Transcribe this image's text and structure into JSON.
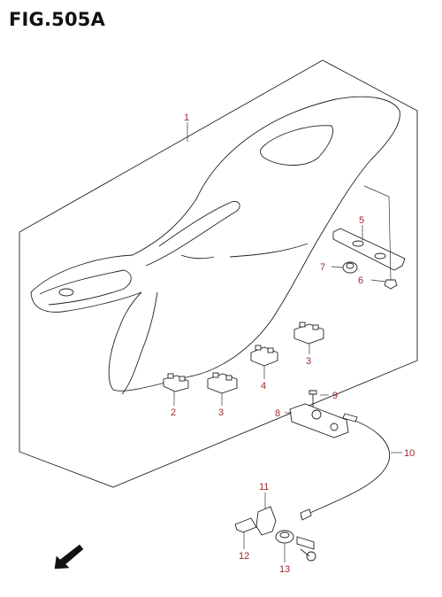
{
  "figure": {
    "title": "FIG.505A"
  },
  "callouts": [
    {
      "id": "1",
      "label": "1"
    },
    {
      "id": "2",
      "label": "2"
    },
    {
      "id": "3a",
      "label": "3"
    },
    {
      "id": "3b",
      "label": "3"
    },
    {
      "id": "4",
      "label": "4"
    },
    {
      "id": "5",
      "label": "5"
    },
    {
      "id": "6",
      "label": "6"
    },
    {
      "id": "7",
      "label": "7"
    },
    {
      "id": "8",
      "label": "8"
    },
    {
      "id": "9",
      "label": "9"
    },
    {
      "id": "10",
      "label": "10"
    },
    {
      "id": "11",
      "label": "11"
    },
    {
      "id": "12",
      "label": "12"
    },
    {
      "id": "13",
      "label": "13"
    }
  ],
  "colors": {
    "callout": "#a0282d",
    "line": "#222222"
  },
  "icons": {
    "front_arrow": "front-arrow-icon"
  }
}
